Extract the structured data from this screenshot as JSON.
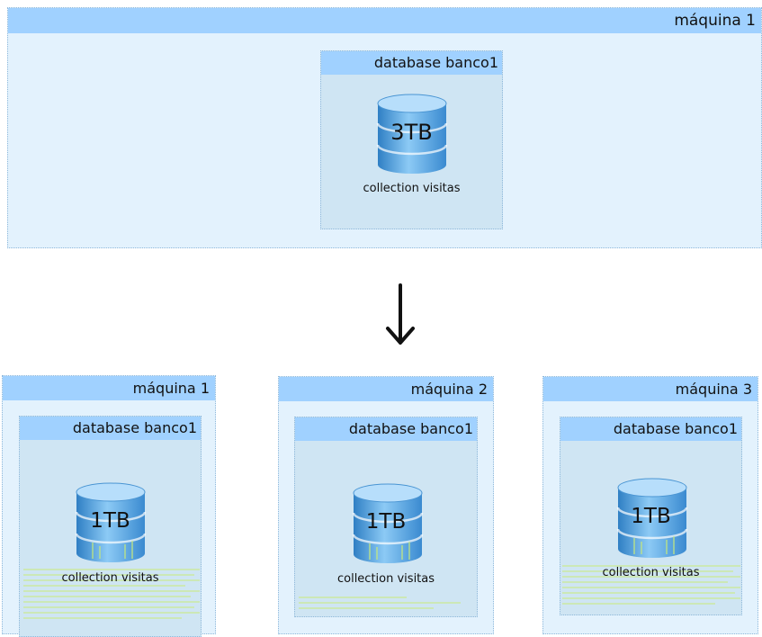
{
  "top": {
    "machine_label": "máquina 1",
    "database_label": "database banco1",
    "size": "3TB",
    "collection_label": "collection visitas"
  },
  "arrow_icon": "arrow-down-icon",
  "shards": [
    {
      "machine_label": "máquina 1",
      "database_label": "database banco1",
      "size": "1TB",
      "collection_label": "collection visitas"
    },
    {
      "machine_label": "máquina 2",
      "database_label": "database banco1",
      "size": "1TB",
      "collection_label": "collection visitas"
    },
    {
      "machine_label": "máquina 3",
      "database_label": "database banco1",
      "size": "1TB",
      "collection_label": "collection visitas"
    }
  ],
  "colors": {
    "header_blue": "#a0d1ff",
    "machine_bg": "#e3f2fd",
    "database_bg": "#cfe5f3",
    "cylinder_blue": "#5ea5dc",
    "stripe_green": "#c8ea7a"
  }
}
